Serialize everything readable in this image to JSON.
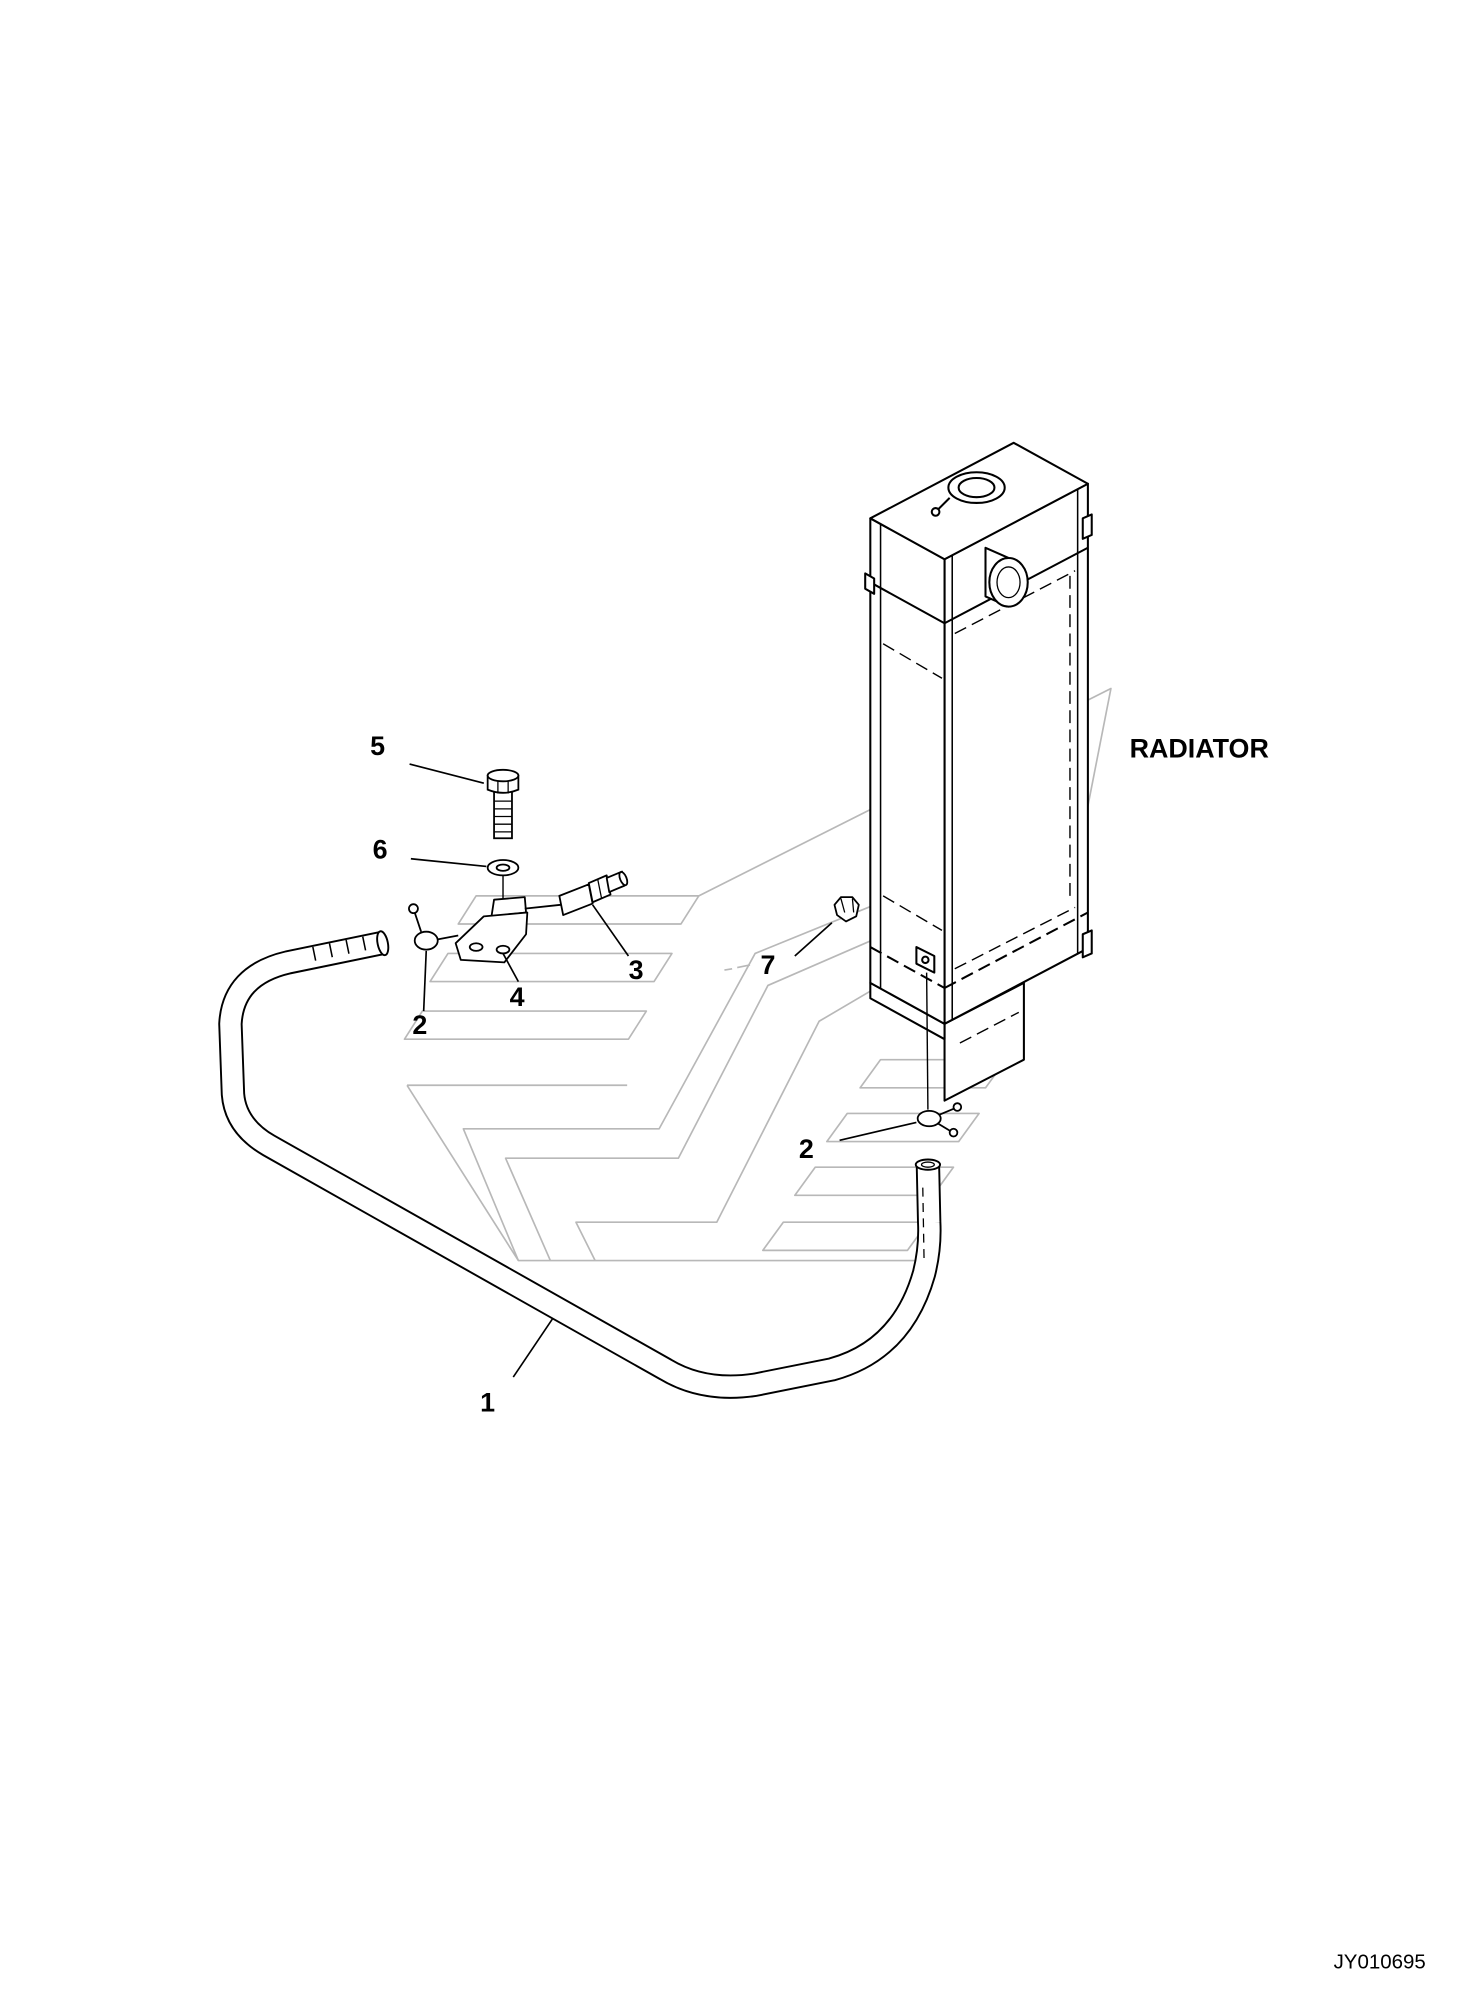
{
  "diagram": {
    "component_label": "RADIATOR",
    "drawing_number": "JY010695",
    "callouts": [
      {
        "label": "5"
      },
      {
        "label": "6"
      },
      {
        "label": "2"
      },
      {
        "label": "4"
      },
      {
        "label": "3"
      },
      {
        "label": "7"
      },
      {
        "label": "2"
      },
      {
        "label": "1"
      }
    ]
  }
}
